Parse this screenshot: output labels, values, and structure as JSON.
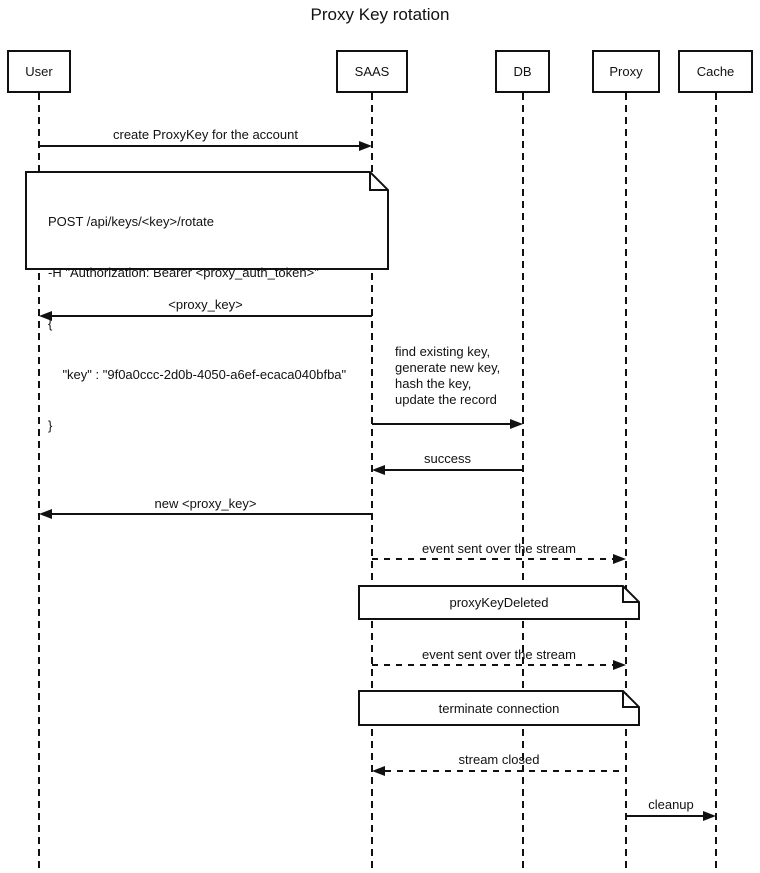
{
  "title": "Proxy Key rotation",
  "diagram_type": "sequence-diagram",
  "colors": {
    "line": "#111111",
    "background": "#ffffff",
    "text": "#111111"
  },
  "actors": [
    {
      "id": "user",
      "label": "User"
    },
    {
      "id": "saas",
      "label": "SAAS"
    },
    {
      "id": "db",
      "label": "DB"
    },
    {
      "id": "proxy",
      "label": "Proxy"
    },
    {
      "id": "cache",
      "label": "Cache"
    }
  ],
  "messages": [
    {
      "from": "User",
      "to": "SAAS",
      "line": "solid",
      "label": "create ProxyKey for the account"
    },
    {
      "from": "SAAS",
      "to": "User",
      "line": "solid",
      "label": "<proxy_key>"
    },
    {
      "from": "SAAS",
      "to": "DB",
      "line": "solid",
      "lines": [
        "find existing key,",
        "generate new key,",
        "hash the key,",
        "update the record"
      ]
    },
    {
      "from": "DB",
      "to": "SAAS",
      "line": "solid",
      "label": "success"
    },
    {
      "from": "SAAS",
      "to": "User",
      "line": "solid",
      "label": "new <proxy_key>"
    },
    {
      "from": "SAAS",
      "to": "Proxy",
      "line": "dashed",
      "label": "event sent over the stream"
    },
    {
      "from": "SAAS",
      "to": "Proxy",
      "line": "dashed",
      "label": "event sent over the stream"
    },
    {
      "from": "Proxy",
      "to": "SAAS",
      "line": "dashed",
      "label": "stream closed"
    },
    {
      "from": "Proxy",
      "to": "Cache",
      "line": "solid",
      "label": "cleanup"
    }
  ],
  "notes": [
    {
      "over": "User, SAAS",
      "lines": [
        "POST /api/keys/<key>/rotate",
        "-H \"Authorization: Bearer <proxy_auth_token>\"",
        "{",
        "    \"key\" : \"9f0a0ccc-2d0b-4050-a6ef-ecaca040bfba\"",
        "}"
      ]
    },
    {
      "over": "SAAS, Proxy",
      "label": "proxyKeyDeleted"
    },
    {
      "over": "SAAS, Proxy",
      "label": "terminate connection"
    }
  ]
}
